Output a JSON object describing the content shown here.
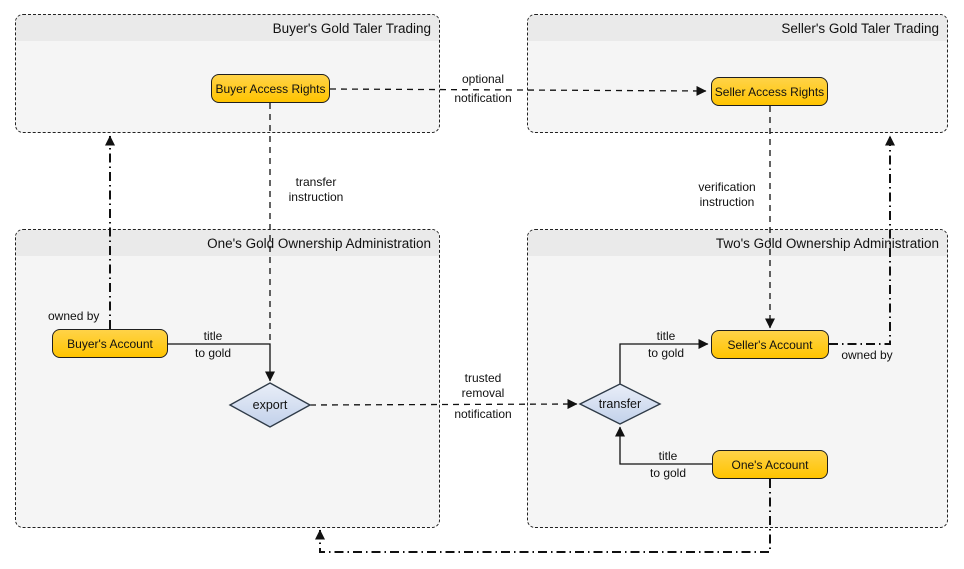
{
  "diagram": {
    "frames": {
      "buyers_trading": {
        "title": "Buyer's Gold Taler Trading"
      },
      "sellers_trading": {
        "title": "Seller's Gold Taler Trading"
      },
      "ones_admin": {
        "title": "One's Gold Ownership Administration"
      },
      "twos_admin": {
        "title": "Two's Gold Ownership Administration"
      }
    },
    "nodes": {
      "buyer_access_rights": {
        "label": "Buyer Access Rights"
      },
      "seller_access_rights": {
        "label": "Seller Access Rights"
      },
      "buyers_account": {
        "label": "Buyer's Account"
      },
      "sellers_account": {
        "label": "Seller's Account"
      },
      "ones_account": {
        "label": "One's Account"
      },
      "export_decision": {
        "label": "export"
      },
      "transfer_decision": {
        "label": "transfer"
      }
    },
    "edge_labels": {
      "optional_notification": {
        "line1": "optional",
        "line2": "notification"
      },
      "transfer_instruction": {
        "line1": "transfer",
        "line2": "instruction"
      },
      "verification_instruction": {
        "line1": "verification",
        "line2": "instruction"
      },
      "trusted_removal_notification": {
        "line1": "trusted",
        "line2": "removal",
        "line3": "notification"
      },
      "title_to_gold": {
        "line1": "title",
        "line2": "to gold"
      },
      "owned_by": {
        "text": "owned by"
      }
    },
    "colors": {
      "action_fill": "#FFC700",
      "action_border": "#1F1F1F",
      "decision_fill": "#CBD8EC",
      "decision_border": "#2F3B48",
      "frame_body": "#F5F5F5",
      "frame_header": "#EAEAEA",
      "edge": "#111111",
      "background": "#FFFFFF"
    }
  }
}
